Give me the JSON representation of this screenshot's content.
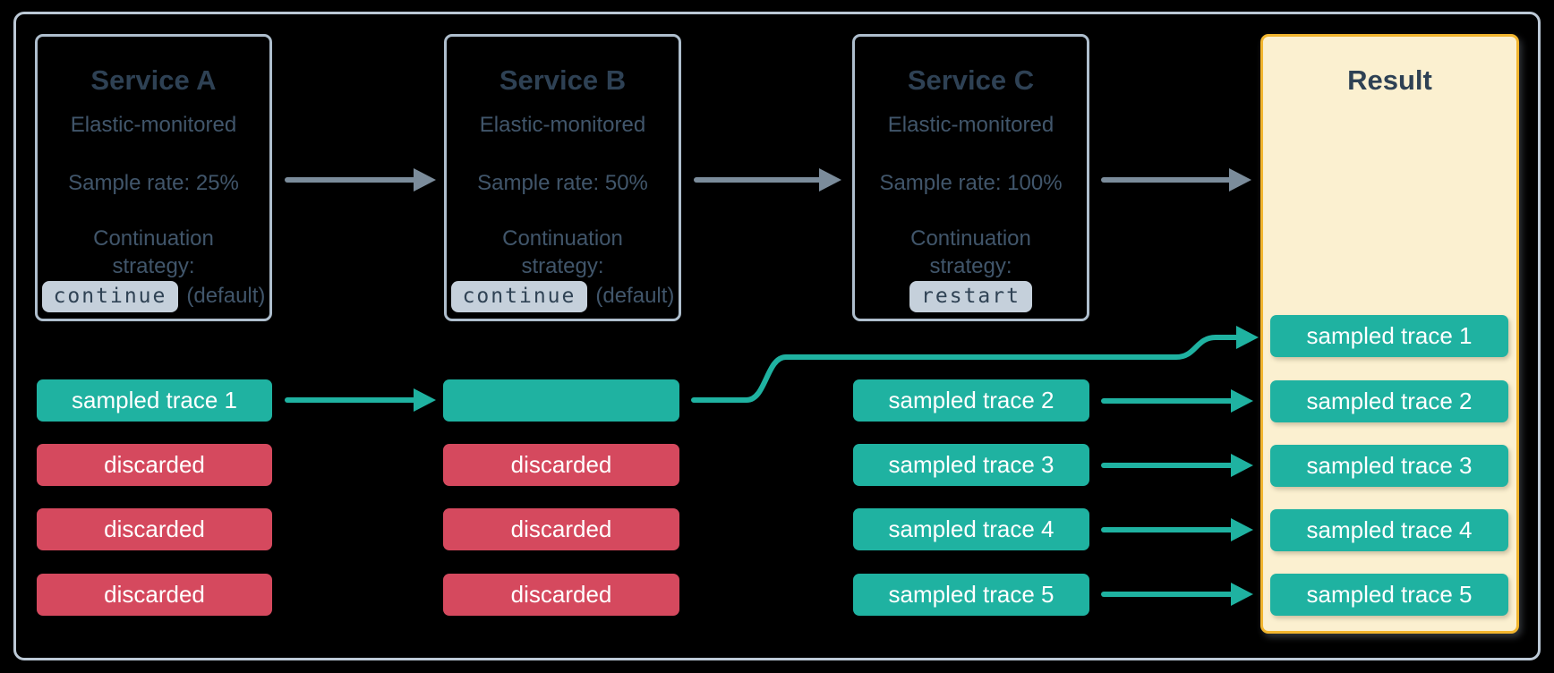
{
  "services": [
    {
      "title": "Service A",
      "subtitle": "Elastic-monitored",
      "sample_rate": "Sample rate: 25%",
      "continuation_label_line1": "Continuation",
      "continuation_label_line2": "strategy:",
      "strategy": "continue",
      "strategy_note": "(default)"
    },
    {
      "title": "Service B",
      "subtitle": "Elastic-monitored",
      "sample_rate": "Sample rate: 50%",
      "continuation_label_line1": "Continuation",
      "continuation_label_line2": "strategy:",
      "strategy": "continue",
      "strategy_note": "(default)"
    },
    {
      "title": "Service C",
      "subtitle": "Elastic-monitored",
      "sample_rate": "Sample rate: 100%",
      "continuation_label_line1": "Continuation",
      "continuation_label_line2": "strategy:",
      "strategy": "restart",
      "strategy_note": ""
    }
  ],
  "lanes": {
    "service_a": [
      "sampled trace 1",
      "discarded",
      "discarded",
      "discarded"
    ],
    "service_b": [
      "",
      "discarded",
      "discarded",
      "discarded"
    ],
    "service_c": [
      "sampled trace 2",
      "sampled trace 3",
      "sampled trace 4",
      "sampled trace 5"
    ]
  },
  "result": {
    "title": "Result",
    "traces": [
      "sampled trace 1",
      "sampled trace 2",
      "sampled trace 3",
      "sampled trace 4",
      "sampled trace 5"
    ]
  },
  "colors": {
    "sampled_teal": "#1FB2A1",
    "discarded_red": "#D5495E",
    "result_fill_cream": "#FBF0D0",
    "result_border_gold": "#F1B52E",
    "title_slate": "#2E4154",
    "body_slate": "#41566B",
    "chip_background": "#C5D0DB",
    "arrow_grey": "#7B8C9B",
    "frame_border": "#BCC9D6",
    "service_border": "#AEBECD"
  }
}
